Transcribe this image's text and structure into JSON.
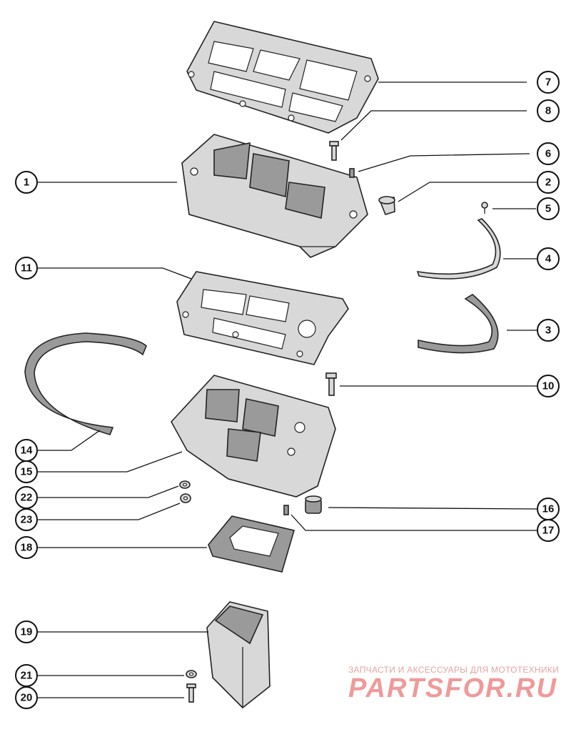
{
  "callouts": [
    "1",
    "2",
    "3",
    "4",
    "5",
    "6",
    "7",
    "8",
    "10",
    "11",
    "14",
    "15",
    "16",
    "17",
    "18",
    "19",
    "20",
    "21",
    "22",
    "23"
  ],
  "watermark": {
    "tagline": "ЗАПЧАСТИ И АКСЕССУАРЫ ДЛЯ МОТОТЕХНИКИ",
    "brand": "PARTSFOR.RU",
    "color": "#ef9a9a"
  }
}
